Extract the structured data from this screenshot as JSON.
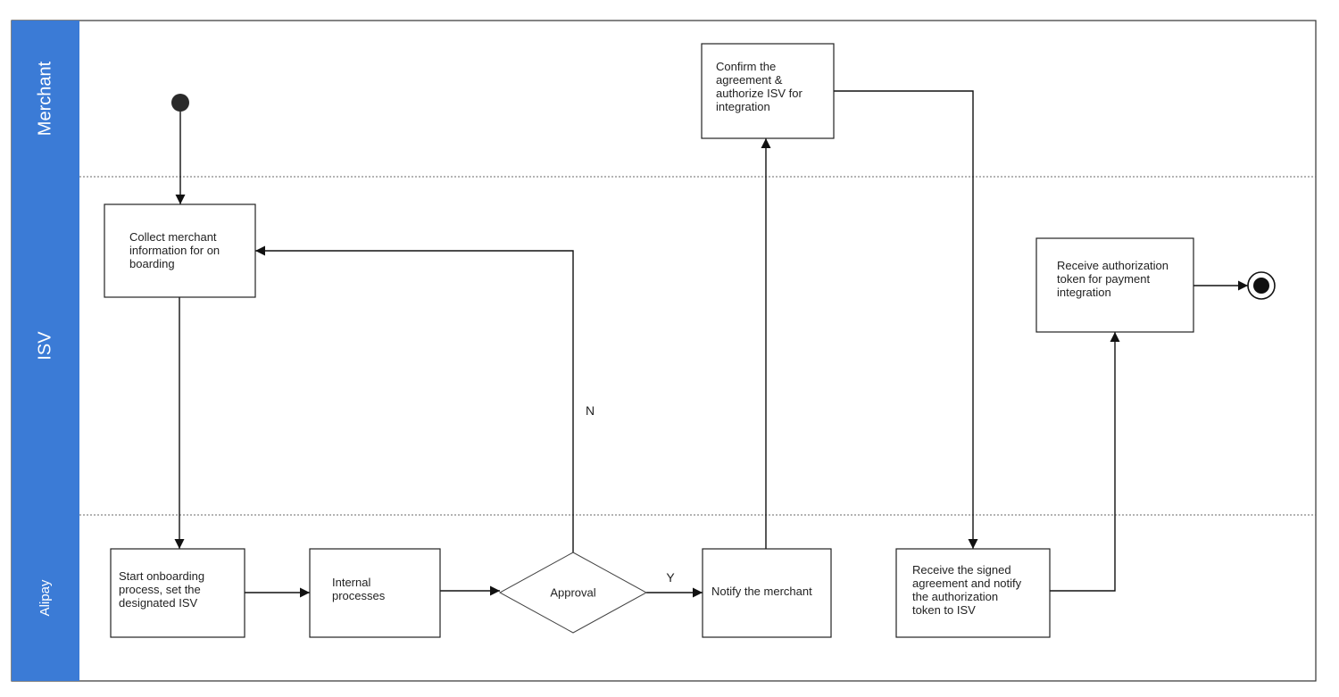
{
  "colors": {
    "lane_header": "#3b7bd6",
    "border": "#333333",
    "divider": "#6a6a6a",
    "node_fill": "#ffffff",
    "start_dot": "#2a2a2a"
  },
  "lanes": [
    {
      "id": "merchant",
      "label": "Merchant"
    },
    {
      "id": "isv",
      "label": "ISV"
    },
    {
      "id": "alipay",
      "label": "Alipay"
    }
  ],
  "nodes": {
    "start": {
      "type": "start"
    },
    "collect": {
      "type": "process",
      "lines": [
        "Collect merchant",
        "information for on",
        "boarding"
      ]
    },
    "start_onboarding": {
      "type": "process",
      "lines": [
        "Start onboarding",
        "process, set the",
        "designated ISV"
      ]
    },
    "internal": {
      "type": "process",
      "lines": [
        "Internal",
        "processes"
      ]
    },
    "approval": {
      "type": "decision",
      "lines": [
        "Approval"
      ]
    },
    "notify_merchant": {
      "type": "process",
      "lines": [
        "Notify the merchant"
      ]
    },
    "confirm": {
      "type": "process",
      "lines": [
        "Confirm the",
        "agreement &",
        "authorize ISV for",
        "integration"
      ]
    },
    "receive_signed": {
      "type": "process",
      "lines": [
        "Receive the signed",
        "agreement and notify",
        "the authorization",
        "token to ISV"
      ]
    },
    "receive_token": {
      "type": "process",
      "lines": [
        "Receive authorization",
        "token for payment",
        "integration"
      ]
    },
    "end": {
      "type": "end"
    }
  },
  "edges": [
    {
      "from": "start",
      "to": "collect",
      "label": ""
    },
    {
      "from": "collect",
      "to": "start_onboarding",
      "label": ""
    },
    {
      "from": "start_onboarding",
      "to": "internal",
      "label": ""
    },
    {
      "from": "internal",
      "to": "approval",
      "label": ""
    },
    {
      "from": "approval",
      "to": "notify_merchant",
      "label": "Y"
    },
    {
      "from": "approval",
      "to": "collect",
      "label": "N"
    },
    {
      "from": "notify_merchant",
      "to": "confirm",
      "label": ""
    },
    {
      "from": "confirm",
      "to": "receive_signed",
      "label": ""
    },
    {
      "from": "receive_signed",
      "to": "receive_token",
      "label": ""
    },
    {
      "from": "receive_token",
      "to": "end",
      "label": ""
    }
  ]
}
